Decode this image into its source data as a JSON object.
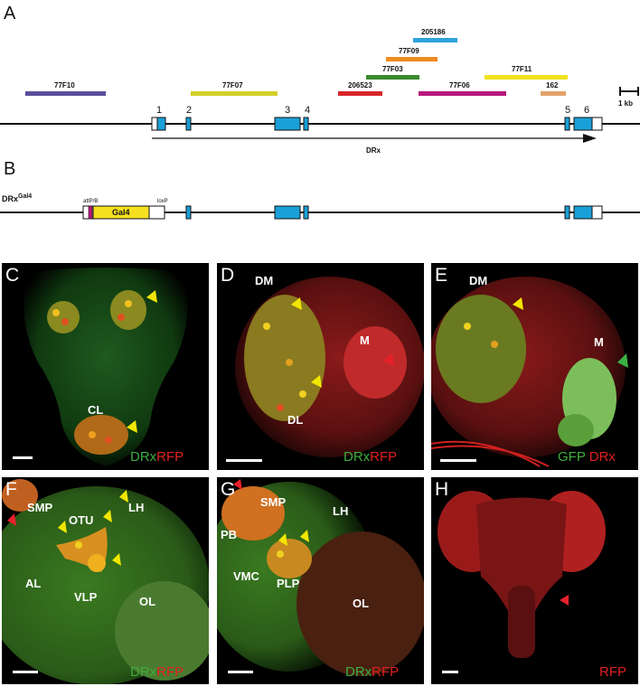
{
  "panel_a": {
    "letter": "A",
    "bars": [
      {
        "label": "205186",
        "color": "#2ea3dc"
      },
      {
        "label": "77F09",
        "color": "#ee8a1e"
      },
      {
        "label": "77F03",
        "color": "#3a8a2e"
      },
      {
        "label": "77F11",
        "color": "#f0e21c"
      },
      {
        "label": "77F10",
        "color": "#5a4f9c"
      },
      {
        "label": "77F07",
        "color": "#d4cf2a"
      },
      {
        "label": "206523",
        "color": "#d8262a"
      },
      {
        "label": "77F06",
        "color": "#b8177c"
      },
      {
        "label": "162",
        "color": "#e0a36a"
      }
    ],
    "exon_numbers": [
      "1",
      "2",
      "3",
      "4",
      "5",
      "6"
    ],
    "gene_label": "DRx",
    "scale_label": "1 kb",
    "exon_color": "#1aa0d8"
  },
  "panel_b": {
    "letter": "B",
    "construct_label": "DRx",
    "construct_sup": "Gal4",
    "attp_label": "attP/B",
    "gal4_label": "Gal4",
    "loxp_label": "loxP",
    "gal4_color": "#f5e020"
  },
  "panels": {
    "C": {
      "letter": "C",
      "regions": [
        "CL"
      ],
      "legend_green": "DRx",
      "legend_red": "RFP"
    },
    "D": {
      "letter": "D",
      "regions": [
        "DM",
        "M",
        "DL"
      ],
      "legend_green": "DRx",
      "legend_red": "RFP"
    },
    "E": {
      "letter": "E",
      "regions": [
        "DM",
        "M"
      ],
      "legend_green": "GFP",
      "legend_red": "DRx"
    },
    "F": {
      "letter": "F",
      "regions": [
        "SMP",
        "OTU",
        "LH",
        "AL",
        "VLP",
        "OL"
      ],
      "legend_green": "DRx",
      "legend_red": "RFP"
    },
    "G": {
      "letter": "G",
      "regions": [
        "SMP",
        "LH",
        "PB",
        "VMC",
        "PLP",
        "OL"
      ],
      "legend_green": "DRx",
      "legend_red": "RFP"
    },
    "H": {
      "letter": "H",
      "legend_red": "RFP"
    }
  },
  "colors": {
    "green_text": "#3fae3f",
    "red_text": "#e02020",
    "arrow_yellow": "#f2e600",
    "arrow_red": "#e8202a",
    "arrow_green": "#3cb043"
  }
}
